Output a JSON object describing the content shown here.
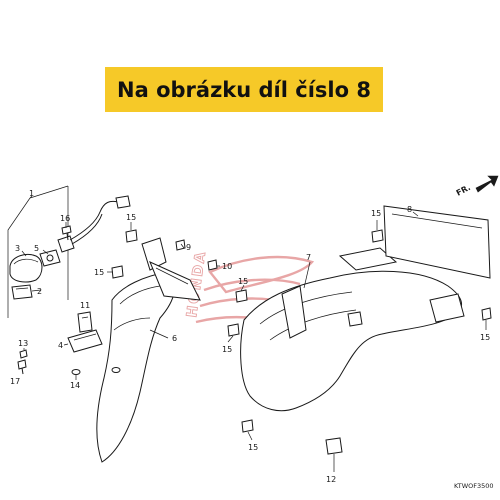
{
  "banner": {
    "text": "Na obrázku díl číslo 8",
    "background": "#f6c928"
  },
  "labels": {
    "l1": "1",
    "l2": "2",
    "l3": "3",
    "l4": "4",
    "l5": "5",
    "l6": "6",
    "l7": "7",
    "l8": "8",
    "l9": "9",
    "l10": "10",
    "l11": "11",
    "l12": "12",
    "l13": "13",
    "l14": "14",
    "l15a": "15",
    "l15b": "15",
    "l15c": "15",
    "l15d": "15",
    "l15e": "15",
    "l15f": "15",
    "l15g": "15",
    "l16": "16",
    "l17": "17"
  },
  "front_marker": "FR.",
  "watermark": "HONDA",
  "diagram_code": "KTWOF3500"
}
